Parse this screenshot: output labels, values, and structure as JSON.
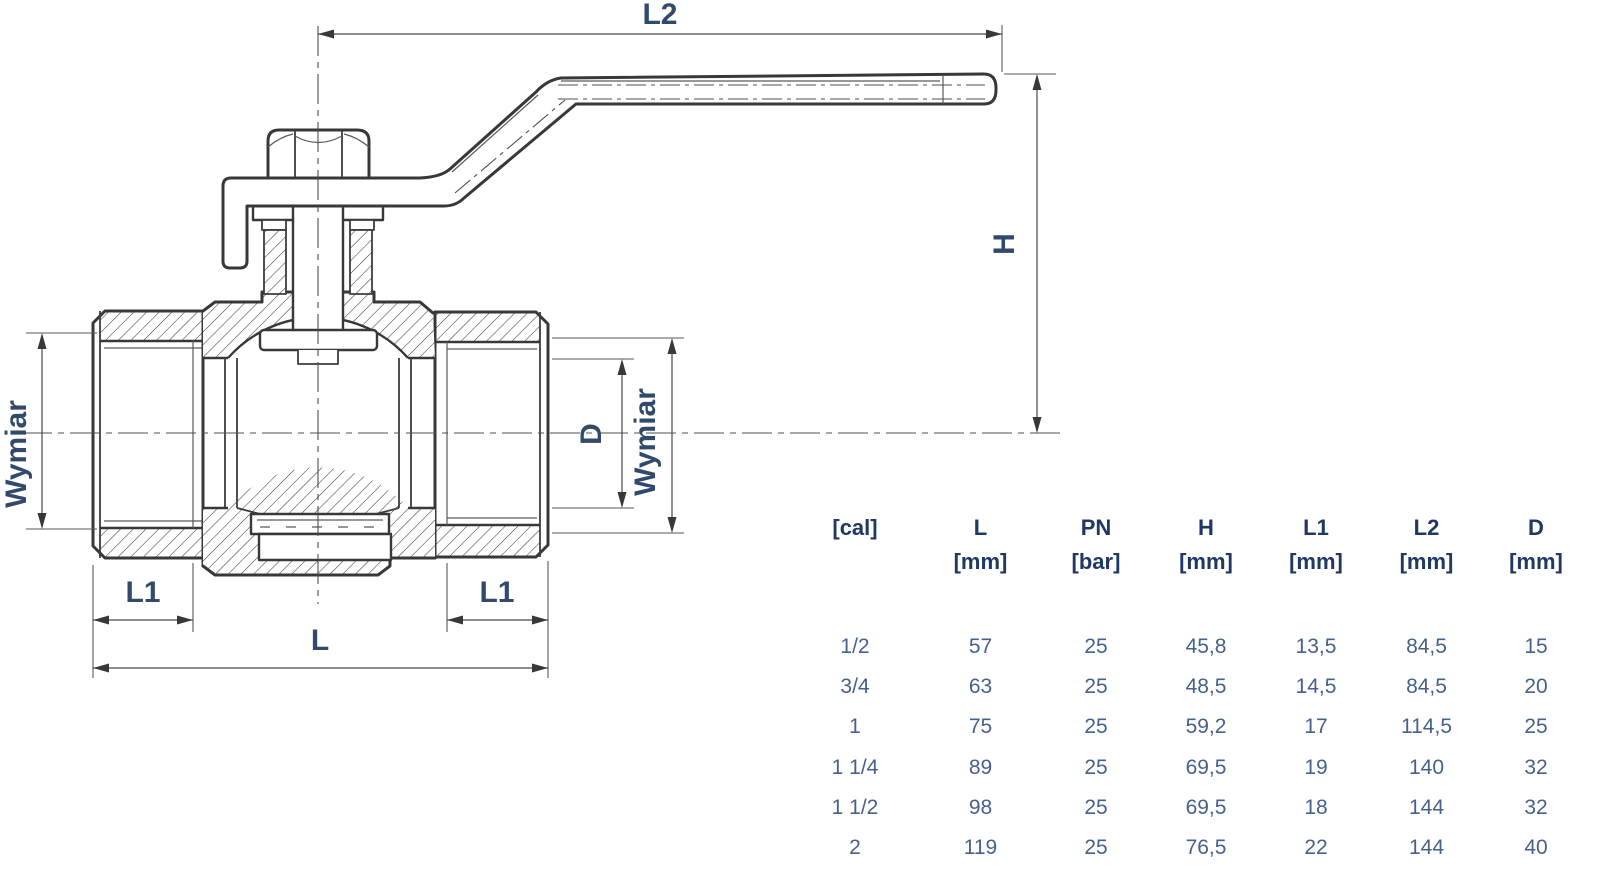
{
  "drawing": {
    "description": "ball-valve-cross-section",
    "dim_labels": {
      "l2": "L2",
      "h": "H",
      "wymiar_left": "Wymiar",
      "d": "D",
      "wymiar_right": "Wymiar",
      "l1_left": "L1",
      "l1_right": "L1",
      "l": "L"
    },
    "line_color": "#383838",
    "label_color": "#31496b"
  },
  "table": {
    "header_color": "#1f3864",
    "value_color": "#46618c",
    "columns": [
      {
        "label": "",
        "unit": "[cal]"
      },
      {
        "label": "L",
        "unit": "[mm]"
      },
      {
        "label": "PN",
        "unit": "[bar]"
      },
      {
        "label": "H",
        "unit": "[mm]"
      },
      {
        "label": "L1",
        "unit": "[mm]"
      },
      {
        "label": "L2",
        "unit": "[mm]"
      },
      {
        "label": "D",
        "unit": "[mm]"
      }
    ],
    "rows": [
      [
        "1/2",
        "57",
        "25",
        "45,8",
        "13,5",
        "84,5",
        "15"
      ],
      [
        "3/4",
        "63",
        "25",
        "48,5",
        "14,5",
        "84,5",
        "20"
      ],
      [
        "1",
        "75",
        "25",
        "59,2",
        "17",
        "114,5",
        "25"
      ],
      [
        "1 1/4",
        "89",
        "25",
        "69,5",
        "19",
        "140",
        "32"
      ],
      [
        "1 1/2",
        "98",
        "25",
        "69,5",
        "18",
        "144",
        "32"
      ],
      [
        "2",
        "119",
        "25",
        "76,5",
        "22",
        "144",
        "40"
      ]
    ]
  }
}
